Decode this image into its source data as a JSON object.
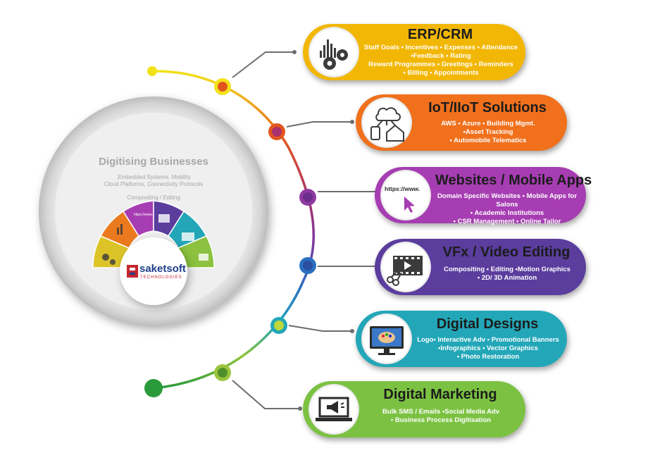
{
  "hub": {
    "title": "Digitising Businesses",
    "line1": ",Embedded Systems, Mobility",
    "line2": "Cloud Platforms, Connectivity Protocols",
    "line3": "Compositing / Editing",
    "url_text": "https://www.",
    "logo_name": "saketsoft",
    "logo_sub": "TECHNOLOGIES"
  },
  "services": [
    {
      "title": "ERP/CRM",
      "color": "#f2b705",
      "lines": [
        "Staff Goals • Incentives • Expenses • Attendance",
        "•Feedback • Rating",
        "Reward  Programmes • Greetings • Reminders",
        "• Billing • Appointments"
      ],
      "icon": "gears-chart-icon"
    },
    {
      "title": "IoT/IIoT Solutions",
      "color": "#f0701c",
      "lines": [
        "AWS • Azure • Building Mgmt.",
        "•Asset Tracking",
        "• Automobile Telematics"
      ],
      "icon": "cloud-home-icon"
    },
    {
      "title": "Websites / Mobile Apps",
      "color": "#a63db2",
      "lines": [
        "Domain Specific Websites • Mobile Apps for Salons",
        "• Academic Institutions",
        "• CSR Management • Online Tailor"
      ],
      "icon": "url-cursor-icon",
      "url_text": "https://www."
    },
    {
      "title": "VFx / Video Editing",
      "color": "#5b3d9e",
      "lines": [
        "Compositing • Editing •Motion Graphics",
        "• 2D/ 3D Animation"
      ],
      "icon": "film-scissors-icon"
    },
    {
      "title": "Digital Designs",
      "color": "#23a7b8",
      "lines": [
        "Logo• Interactive Adv • Promotional Banners",
        "•Infographics • Vector Graphics",
        "• Photo Restoration"
      ],
      "icon": "monitor-palette-icon"
    },
    {
      "title": "Digital Marketing",
      "color": "#7cc242",
      "lines": [
        "Bulk SMS / Emails  •Social Media Adv",
        "• Business Process Digitisation"
      ],
      "icon": "laptop-megaphone-icon"
    }
  ],
  "colors": {
    "timeline_yellow": "#f2e21a",
    "timeline_orange": "#e2561e",
    "timeline_purple": "#8e3aa0",
    "timeline_blue": "#2a8dc6",
    "timeline_green": "#4fa83c",
    "connector": "#6d6d6d"
  }
}
